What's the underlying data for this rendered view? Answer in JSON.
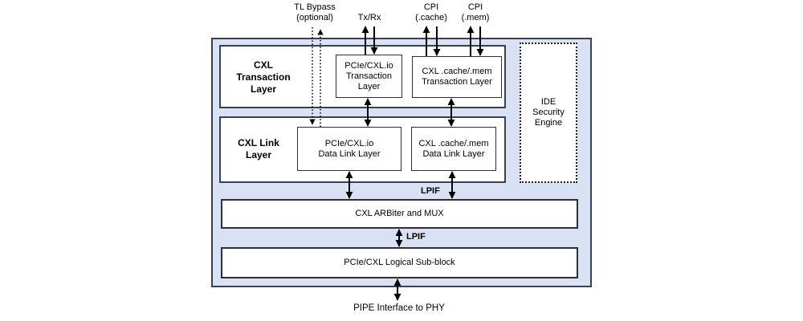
{
  "top_labels": {
    "tl_bypass": "TL Bypass\n(optional)",
    "txrx": "Tx/Rx",
    "cpi_cache": "CPI\n(.cache)",
    "cpi_mem": "CPI\n(.mem)"
  },
  "layers": {
    "transaction": "CXL\nTransaction\nLayer",
    "link": "CXL Link\nLayer"
  },
  "blocks": {
    "pcie_transaction": "PCIe/CXL.io\nTransaction\nLayer",
    "cache_mem_transaction": "CXL .cache/.mem\nTransaction Layer",
    "pcie_data_link": "PCIe/CXL.io\nData Link Layer",
    "cache_mem_data_link": "CXL .cache/.mem\nData Link Layer",
    "ide": "IDE\nSecurity\nEngine",
    "arb_mux": "CXL ARBiter and MUX",
    "logical_subblock": "PCIe/CXL Logical Sub-block"
  },
  "interface_labels": {
    "lpif_upper": "LPIF",
    "lpif_lower": "LPIF",
    "pipe": "PIPE Interface to PHY"
  },
  "colors": {
    "outer_fill": "#d9e2f4",
    "block_fill": "#ffffff",
    "border": "#394150",
    "arrow": "#000000"
  }
}
